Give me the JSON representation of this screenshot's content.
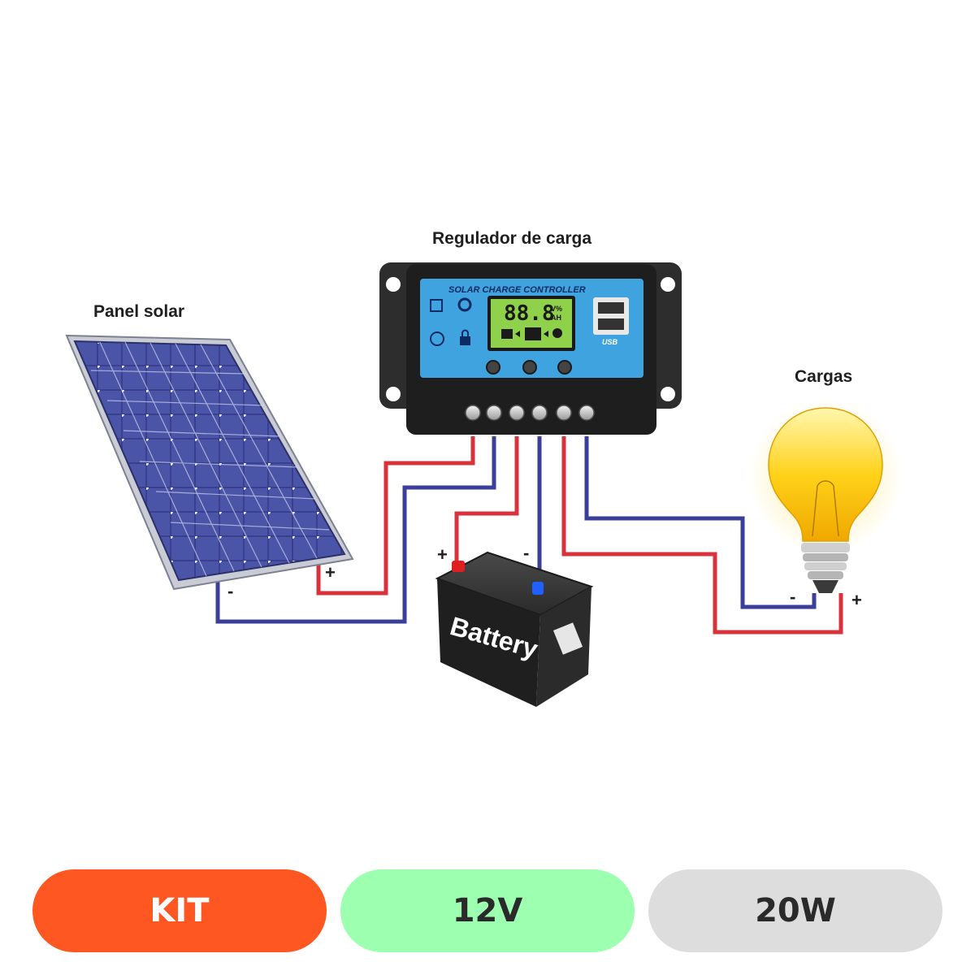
{
  "labels": {
    "panel": "Panel solar",
    "regulator": "Regulador de carga",
    "loads": "Cargas"
  },
  "controller": {
    "title": "SOLAR CHARGE CONTROLLER",
    "display": "88.8",
    "unit_top": "V%",
    "unit_bottom": "AH",
    "usb": "USB"
  },
  "battery": {
    "text": "Battery",
    "plus": "+",
    "minus": "-"
  },
  "terminals": {
    "panel_plus": "+",
    "panel_minus": "-",
    "load_plus": "+",
    "load_minus": "-"
  },
  "badges": [
    {
      "text": "KIT",
      "color": "#ff5722"
    },
    {
      "text": "12V",
      "color": "#9dffb0"
    },
    {
      "text": "20W",
      "color": "#dddddd"
    }
  ],
  "wire_colors": {
    "positive": "#d8323c",
    "negative": "#3b3f9a"
  }
}
